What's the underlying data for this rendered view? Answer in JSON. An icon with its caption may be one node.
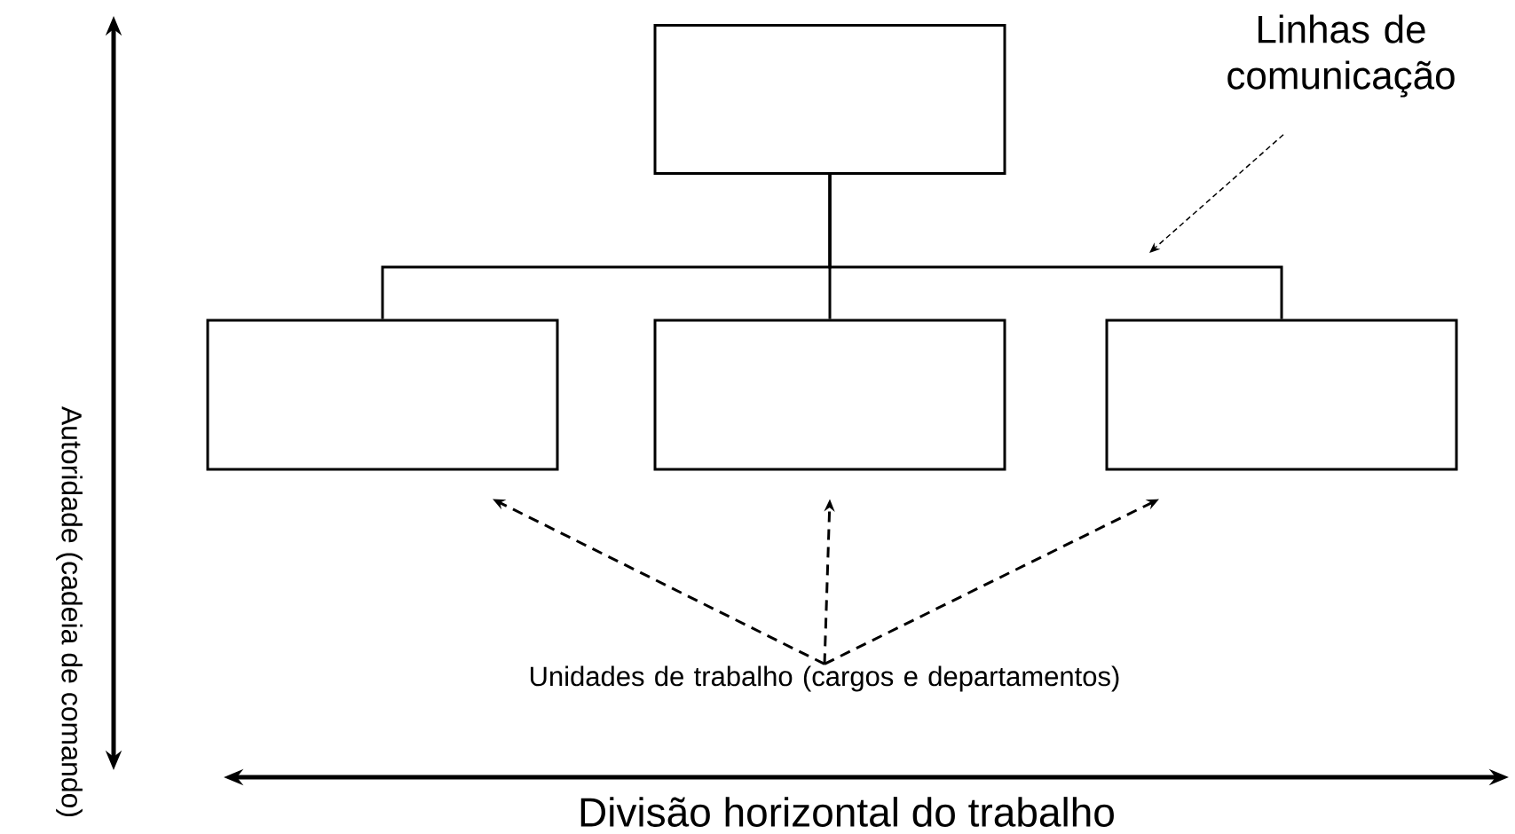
{
  "diagram": {
    "nodes": [
      {
        "text": [],
        "shape": "box"
      },
      {
        "text": [],
        "shape": "box"
      },
      {
        "text": [],
        "shape": "box"
      },
      {
        "text": [],
        "shape": "box"
      },
      {
        "text": [
          "Linhas de comunicação"
        ]
      },
      {
        "text": [
          "Unidades de trabalho (cargos e departamentos)"
        ]
      }
    ],
    "edges": [
      {
        "from": 0,
        "to": 1,
        "arrow": "none"
      },
      {
        "from": 0,
        "to": 2,
        "arrow": "none"
      },
      {
        "from": 0,
        "to": 3,
        "arrow": "none"
      },
      {
        "from": 4,
        "to": null,
        "arrow": "to",
        "style": "dashed"
      },
      {
        "from": 5,
        "to": 1,
        "arrow": "to",
        "style": "dashed"
      },
      {
        "from": 5,
        "to": 2,
        "arrow": "to",
        "style": "dashed"
      },
      {
        "from": 5,
        "to": 3,
        "arrow": "to",
        "style": "dashed"
      }
    ],
    "labels": [
      "Autoridade (cadeia de comando)",
      "Divisão horizontal do trabalho"
    ]
  }
}
